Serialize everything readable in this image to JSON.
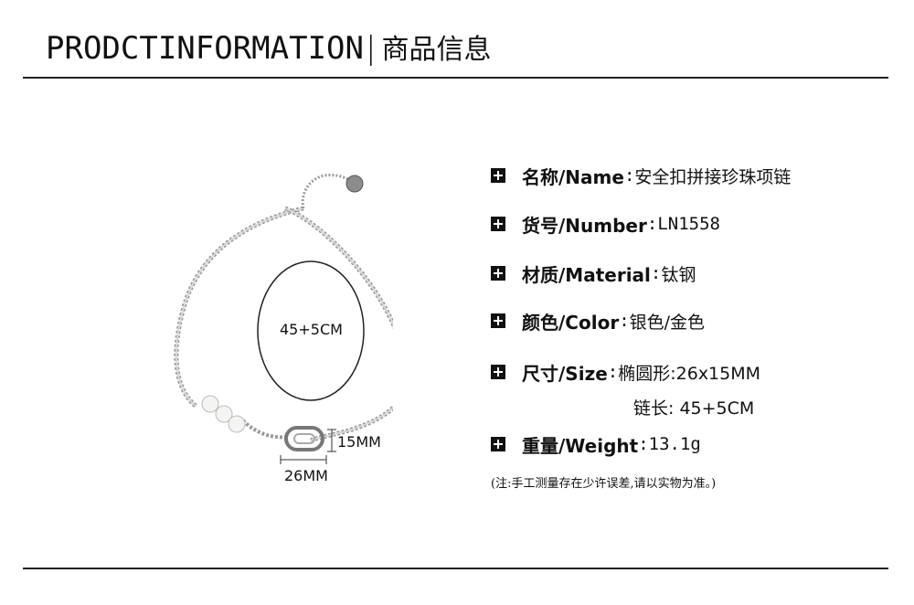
{
  "header": {
    "title_en": "PRODCTINFORMATION",
    "separator": "|",
    "title_cn": "商品信息"
  },
  "figure": {
    "oval_label": "45+5CM",
    "height_label": "15MM",
    "width_label": "26MM"
  },
  "specs": {
    "name": {
      "label": "名称/Name",
      "colon": ":",
      "value": "安全扣拼接珍珠项链"
    },
    "number": {
      "label": "货号/Number",
      "colon": ":",
      "value": "LN1558"
    },
    "material": {
      "label": "材质/Material",
      "colon": ":",
      "value": "钛钢"
    },
    "color": {
      "label": "颜色/Color",
      "colon": ":",
      "value": "银色/金色"
    },
    "size": {
      "label": "尺寸/Size",
      "colon": ":",
      "value": "椭圆形:26x15MM",
      "chain_line": "链长: 45+5CM"
    },
    "weight": {
      "label": "重量/Weight",
      "colon": ":",
      "value": "13.1g"
    }
  },
  "note": "(注:手工测量存在少许误差,请以实物为准。)"
}
